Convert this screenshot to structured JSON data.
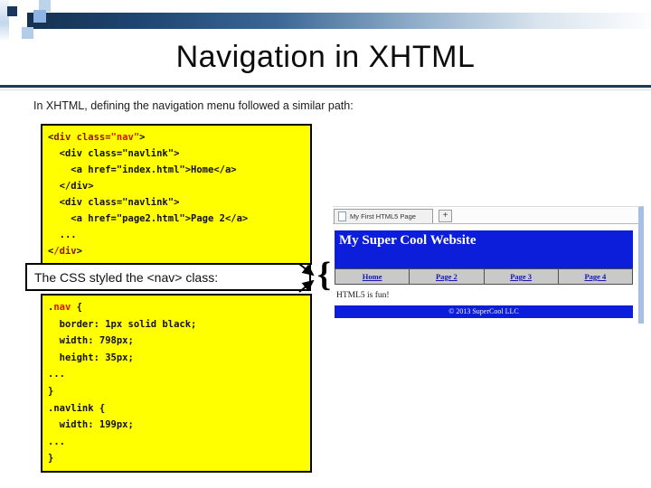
{
  "slide": {
    "title": "Navigation in XHTML",
    "intro": "In XHTML, defining the navigation menu followed a similar path:",
    "css_label": "The CSS styled the <nav> class:",
    "brace": "{"
  },
  "code_html": {
    "line1": {
      "open": "<",
      "tag_attr": "div class=",
      "value": "\"nav\"",
      "close": ">"
    },
    "line2": "  <div class=\"navlink\">",
    "line3": "    <a href=\"index.html\">Home</a>",
    "line4": "  </div>",
    "line5": "  <div class=\"navlink\">",
    "line6": "    <a href=\"page2.html\">Page 2</a>",
    "line7": "  ...",
    "line8": {
      "open": "<",
      "slash": "/",
      "tag": "div",
      "close": ">"
    }
  },
  "code_css": {
    "line1": {
      "dot": ".",
      "selector": "nav",
      "brace": " {"
    },
    "line2": "  border: 1px solid black;",
    "line3": "  width: 798px;",
    "line4": "  height: 35px;",
    "line5": "...",
    "line6": "}",
    "line7": ".navlink {",
    "line8": "  width: 199px;",
    "line9": "...",
    "line10": "}"
  },
  "browser": {
    "tab_title": "My First HTML5 Page",
    "new_tab_label": "+",
    "site_title": "My Super Cool Website",
    "nav_links": [
      "Home",
      "Page 2",
      "Page 3",
      "Page 4"
    ],
    "body_text": "HTML5 is fun!",
    "footer_text": "© 2013 SuperCool LLC"
  },
  "colors": {
    "code_background": "#FFFF00",
    "site_blue": "#0C1ED9",
    "header_bar_navy": "#17375E",
    "divider_teal": "#1E3C4E",
    "keyword_maroon": "#8B1616",
    "token_red": "#E01010",
    "navbar_gray": "#C9C9C9",
    "window_edge_blue": "#A6BFE2"
  }
}
